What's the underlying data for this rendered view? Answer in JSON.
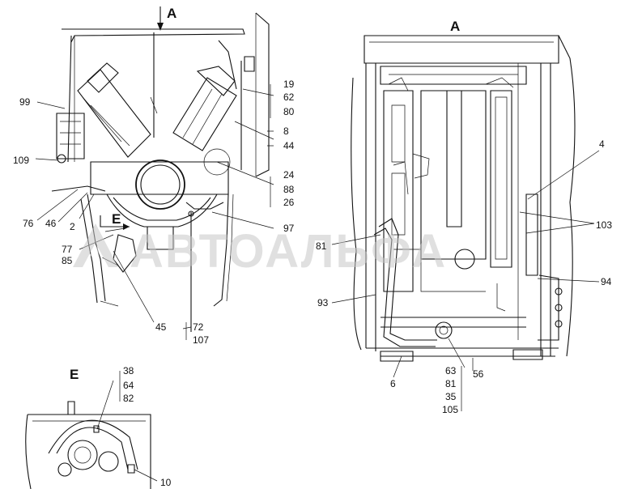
{
  "views": {
    "view_a_arrow": "A",
    "view_a_title": "A",
    "view_e_arrow": "E",
    "view_e_title": "E"
  },
  "watermark": {
    "text": "АВТОАЛЬФА"
  },
  "labels": {
    "l99": "99",
    "l109": "109",
    "l76": "76",
    "l46": "46",
    "l2": "2",
    "l77": "77",
    "l85": "85",
    "l45": "45",
    "l72": "72",
    "l107": "107",
    "l97": "97",
    "l19": "19",
    "l62": "62",
    "l80": "80",
    "l8": "8",
    "l44": "44",
    "l24": "24",
    "l88": "88",
    "l26": "26",
    "l4": "4",
    "l103": "103",
    "l81a": "81",
    "l94": "94",
    "l93": "93",
    "l6": "6",
    "l63": "63",
    "l81b": "81",
    "l35": "35",
    "l105": "105",
    "l56": "56",
    "l38": "38",
    "l64": "64",
    "l82": "82",
    "l10": "10"
  }
}
